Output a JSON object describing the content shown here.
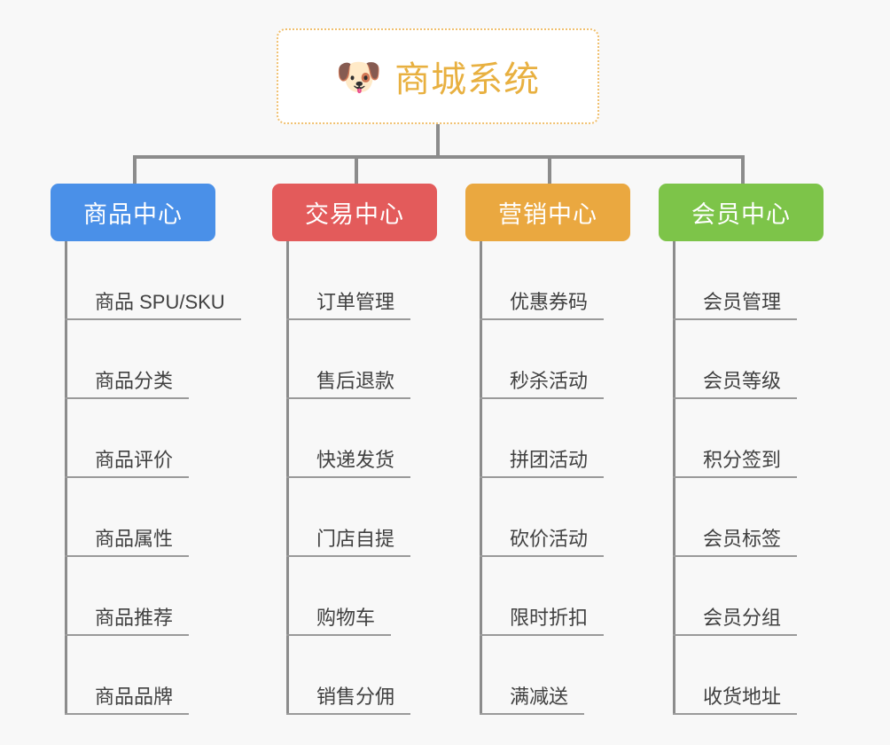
{
  "page": {
    "background": "#f8f8f8",
    "line_color": "#8c8c8c",
    "leaf_text_color": "#404040"
  },
  "root": {
    "icon": "🐶",
    "icon_name": "shiba-dog-face-icon",
    "title": "商城系统",
    "title_color": "#e8b040",
    "border_color": "#f0c070"
  },
  "categories": [
    {
      "label": "商品中心",
      "color": "#4a90e8",
      "items": [
        "商品 SPU/SKU",
        "商品分类",
        "商品评价",
        "商品属性",
        "商品推荐",
        "商品品牌"
      ]
    },
    {
      "label": "交易中心",
      "color": "#e35b5b",
      "items": [
        "订单管理",
        "售后退款",
        "快递发货",
        "门店自提",
        "购物车",
        "销售分佣"
      ]
    },
    {
      "label": "营销中心",
      "color": "#eaa840",
      "items": [
        "优惠券码",
        "秒杀活动",
        "拼团活动",
        "砍价活动",
        "限时折扣",
        "满减送"
      ]
    },
    {
      "label": "会员中心",
      "color": "#7dc449",
      "items": [
        "会员管理",
        "会员等级",
        "积分签到",
        "会员标签",
        "会员分组",
        "收货地址"
      ]
    }
  ]
}
